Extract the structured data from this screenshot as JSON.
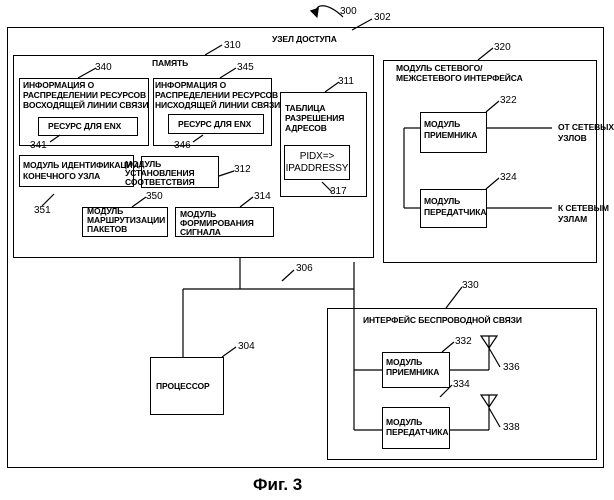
{
  "figure_caption": "Фиг. 3",
  "refs": {
    "figure": "300",
    "node": "302",
    "processor": "304",
    "bus": "306",
    "memory": "310",
    "address_table": "311",
    "matching_module": "312",
    "signal_module": "314",
    "network_module": "320",
    "net_receiver": "322",
    "net_transmitter": "324",
    "wireless_interface": "330",
    "wl_receiver": "332",
    "wl_transmitter": "334",
    "antenna_top": "336",
    "antenna_bottom": "338",
    "uplink_info": "340",
    "uplink_resource": "341",
    "downlink_info": "345",
    "downlink_resource": "346",
    "routing_module": "350",
    "terminal_id_module": "351",
    "address_entry": "317"
  },
  "labels": {
    "node_title": "УЗЕЛ ДОСТУПА",
    "memory_title": "ПАМЯТЬ",
    "uplink_info": [
      "ИНФОРМАЦИЯ О",
      "РАСПРЕДЕЛЕНИИ РЕСУРСОВ",
      "ВОСХОДЯЩЕЙ ЛИНИИ СВЯЗИ"
    ],
    "uplink_resource": "РЕСУРС ДЛЯ ENX",
    "downlink_info": [
      "ИНФОРМАЦИЯ О",
      "РАСПРЕДЕЛЕНИИ РЕСУРСОВ",
      "НИСХОДЯЩЕЙ ЛИНИИ СВЯЗИ"
    ],
    "downlink_resource": "РЕСУРС ДЛЯ ENX",
    "address_table": [
      "ТАБЛИЦА",
      "РАЗРЕШЕНИЯ",
      "АДРЕСОВ"
    ],
    "address_entry": [
      "PIDX=>",
      "IPADDRESSY"
    ],
    "terminal_id_module": [
      "МОДУЛЬ ИДЕНТИФИКАЦИИ",
      "КОНЕЧНОГО УЗЛА"
    ],
    "matching_module": [
      "МОДУЛЬ",
      "УСТАНОВЛЕНИЯ",
      "СООТВЕТСТВИЯ"
    ],
    "routing_module": [
      "МОДУЛЬ",
      "МАРШРУТИЗАЦИИ",
      "ПАКЕТОВ"
    ],
    "signal_module": [
      "МОДУЛЬ",
      "ФОРМИРОВАНИЯ",
      "СИГНАЛА"
    ],
    "network_module": [
      "МОДУЛЬ СЕТЕВОГО/",
      "МЕЖСЕТЕВОГО ИНТЕРФЕЙСА"
    ],
    "net_receiver": [
      "МОДУЛЬ",
      "ПРИЕМНИКА"
    ],
    "net_transmitter": [
      "МОДУЛЬ",
      "ПЕРЕДАТЧИКА"
    ],
    "from_nodes": [
      "ОТ СЕТЕВЫХ",
      "УЗЛОВ"
    ],
    "to_nodes": [
      "К СЕТЕВЫМ",
      "УЗЛАМ"
    ],
    "wireless_interface": "ИНТЕРФЕЙС БЕСПРОВОДНОЙ СВЯЗИ",
    "wl_receiver": [
      "МОДУЛЬ",
      "ПРИЕМНИКА"
    ],
    "wl_transmitter": [
      "МОДУЛЬ",
      "ПЕРЕДАТЧИКА"
    ],
    "processor": "ПРОЦЕССОР"
  }
}
